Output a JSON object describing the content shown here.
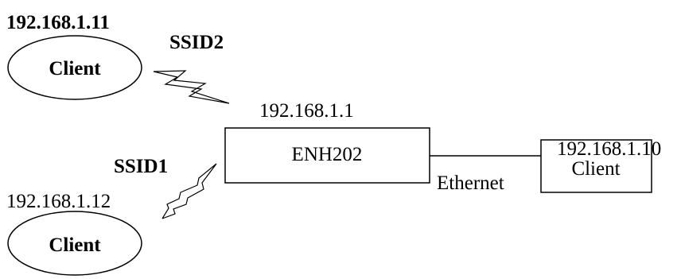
{
  "nodes": {
    "client_top": {
      "ip": "192.168.1.11",
      "label": "Client"
    },
    "client_bottom": {
      "ip": "192.168.1.12",
      "label": "Client"
    },
    "access_point": {
      "ip": "192.168.1.1",
      "label": "ENH202"
    },
    "client_right": {
      "ip": "192.168.1.10",
      "label": "Client"
    }
  },
  "links": {
    "wireless_top": {
      "label": "SSID2"
    },
    "wireless_bottom": {
      "label": "SSID1"
    },
    "wired": {
      "label": "Ethernet"
    }
  }
}
